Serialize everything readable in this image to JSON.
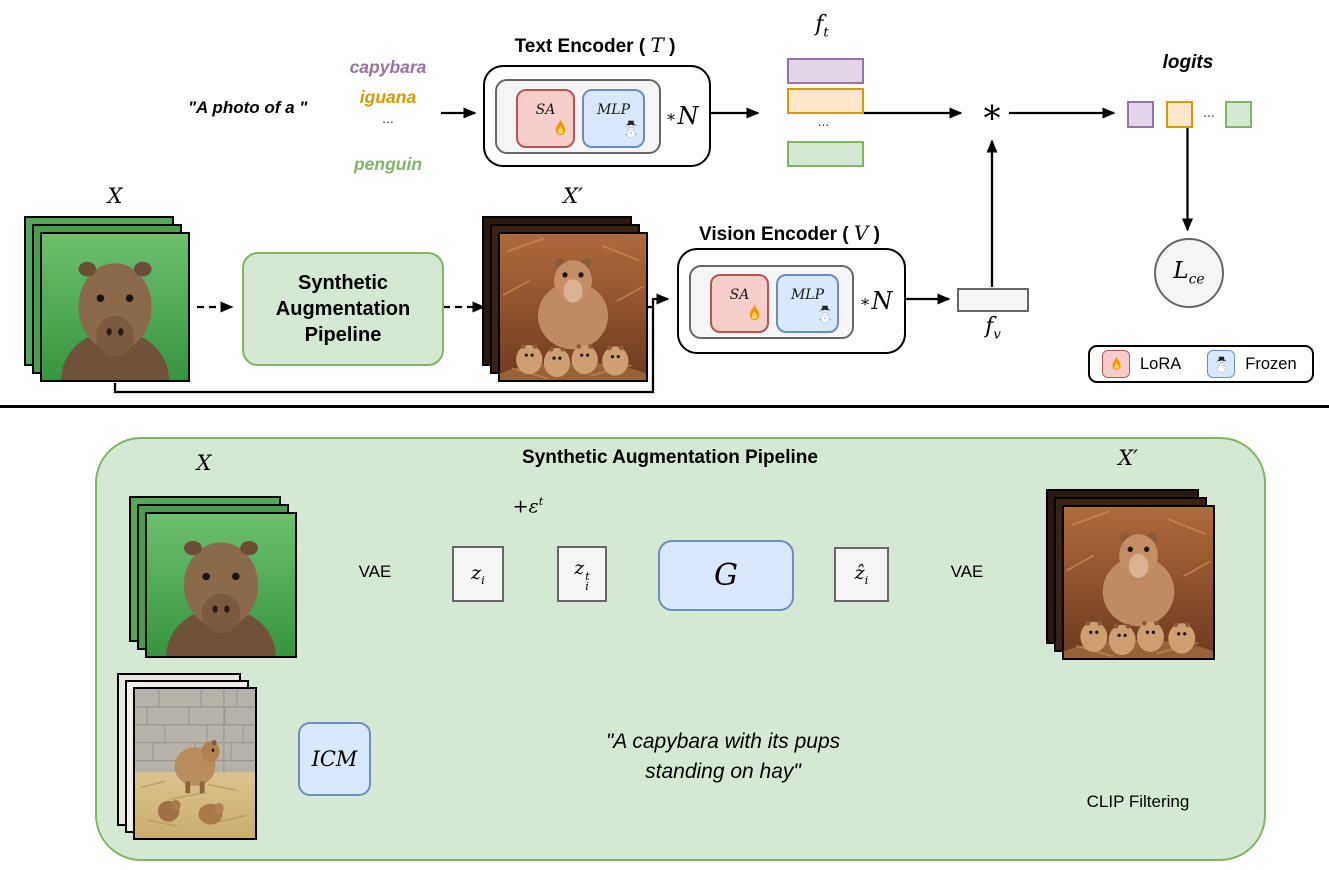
{
  "top": {
    "prompt": "\"A photo of a \"",
    "classes": [
      {
        "label": "capybara",
        "color": "#9673a6"
      },
      {
        "label": "iguana",
        "color": "#d79b00"
      },
      {
        "label": "...",
        "color": "#333333"
      },
      {
        "label": "penguin",
        "color": "#82b366"
      }
    ],
    "x_label": "X",
    "x_prime_label": "X′",
    "sap_lines": [
      "Synthetic",
      "Augmentation",
      "Pipeline"
    ],
    "text_encoder": {
      "title_pre": "Text Encoder (",
      "title_var": "T",
      "title_post": ")",
      "sa": "SA",
      "mlp": "MLP",
      "repeat_ast": "∗",
      "repeat_var": "N"
    },
    "vision_encoder": {
      "title_pre": "Vision Encoder (",
      "title_var": "V",
      "title_post": ")",
      "sa": "SA",
      "mlp": "MLP",
      "repeat_ast": "∗",
      "repeat_var": "N"
    },
    "ft": {
      "base": "f",
      "sub": "t"
    },
    "ft_dots": "...",
    "fv": {
      "base": "f",
      "sub": "v"
    },
    "asterisk": "∗",
    "logits_label": "logits",
    "logits_dots": "...",
    "lce": {
      "base": "L",
      "sub": "ce"
    },
    "legend": {
      "lora": "LoRA",
      "frozen": "Frozen"
    }
  },
  "pipeline": {
    "title": "Synthetic Augmentation Pipeline",
    "x_label": "X",
    "x_prime_label": "X′",
    "vae_label": "VAE",
    "z": {
      "base": "z",
      "sub": "i"
    },
    "noise": {
      "base": "+ε",
      "sup": "t"
    },
    "zt": {
      "base": "z",
      "sub": "i",
      "sup": "t"
    },
    "g_label": "G",
    "zhat": {
      "base": "ẑ",
      "sub": "i"
    },
    "icm_label": "ICM",
    "caption": [
      "\"A capybara with its pups",
      "standing on hay\""
    ],
    "clip_filtering": "CLIP Filtering"
  },
  "colors": {
    "class_purple": "#9673a6",
    "class_orange": "#d79b00",
    "class_green": "#82b366",
    "purple_fill": "#e1d5e7",
    "orange_fill": "#ffe6cc",
    "green_fill": "#d5e8d4",
    "red_fill": "#f8cecc",
    "red_stroke": "#b85450",
    "blue_fill": "#dae8fc",
    "blue_stroke": "#6c8ebf",
    "gray_fill": "#f5f5f5",
    "gray_stroke": "#666666",
    "panel_green": "#d5e8d4",
    "panel_green_stroke": "#82b366"
  }
}
